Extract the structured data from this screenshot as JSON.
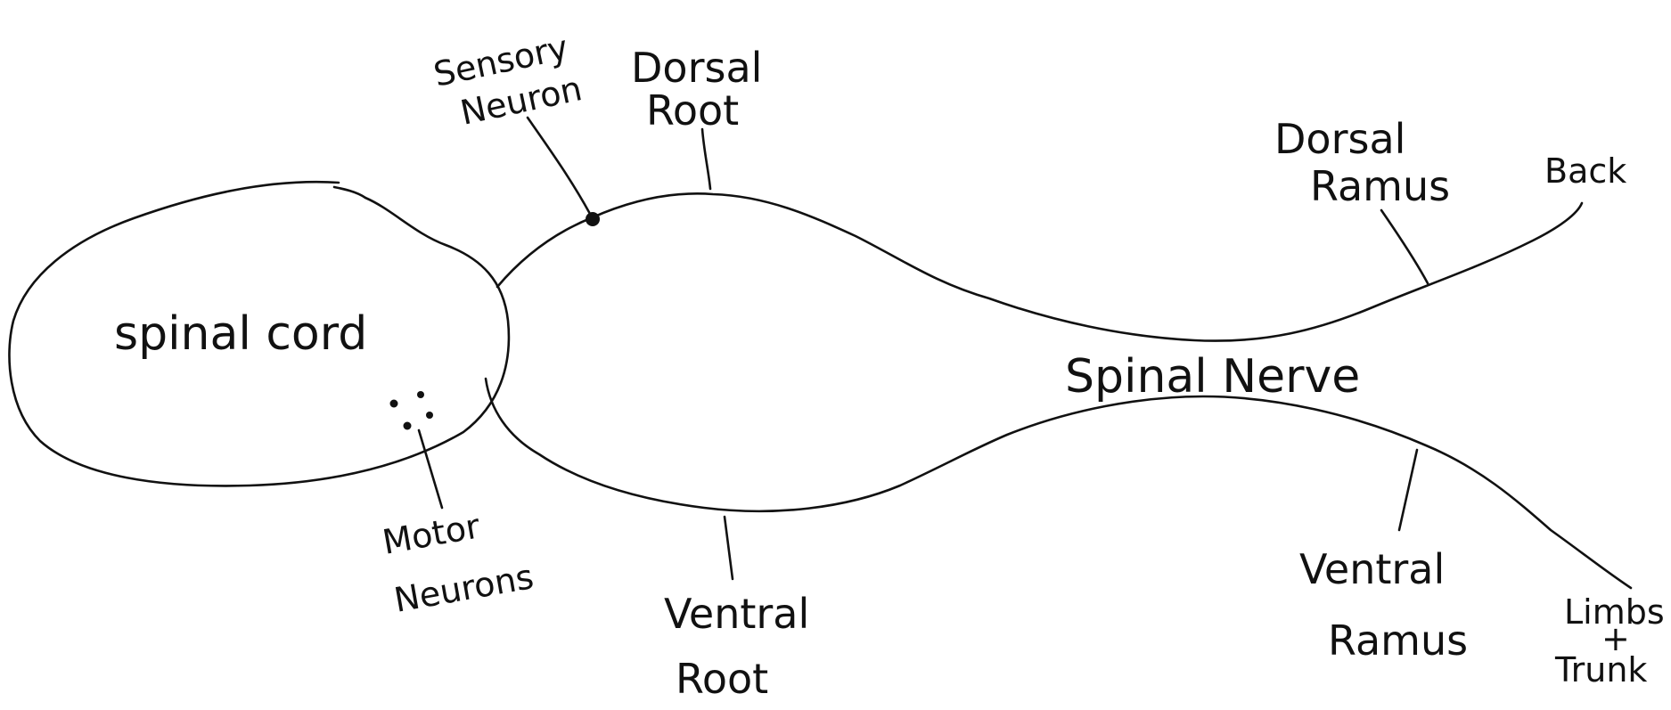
{
  "diagram": {
    "ink_color": "#111111",
    "background": "#ffffff",
    "labels": {
      "spinal_cord": "spinal cord",
      "sensory_neuron": [
        "Sensory",
        "Neuron"
      ],
      "dorsal_root": [
        "Dorsal",
        "Root"
      ],
      "dorsal_ramus": [
        "Dorsal",
        "Ramus"
      ],
      "back": "Back",
      "spinal_nerve": "Spinal Nerve",
      "motor_neurons": [
        "Motor",
        "Neurons"
      ],
      "ventral_root": [
        "Ventral",
        "Root"
      ],
      "ventral_ramus": [
        "Ventral",
        "Ramus"
      ],
      "limbs_trunk": [
        "Limbs",
        "+",
        "Trunk"
      ]
    }
  }
}
